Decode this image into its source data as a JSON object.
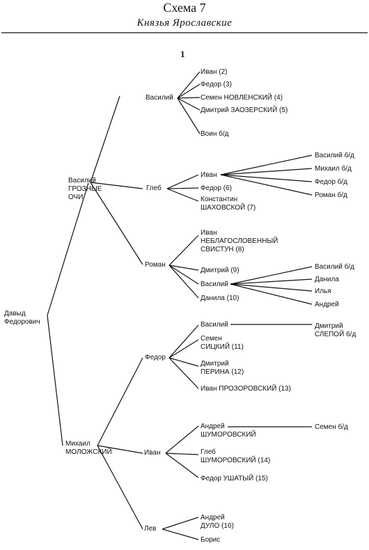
{
  "header": {
    "title": "Схема 7",
    "subtitle": "Князья Ярославские",
    "page_marker": "1"
  },
  "nodes": {
    "root": [
      "Давыд",
      "Федорович"
    ],
    "vasiliy_g": [
      "Василий",
      "ГРОЗНЫЕ",
      "ОЧИ"
    ],
    "mikhail_m": [
      "Михаил",
      "МОЛОЖСКИЙ"
    ],
    "vasiliy2": [
      "Василий"
    ],
    "gleb": [
      "Глеб"
    ],
    "roman": [
      "Роман"
    ],
    "fedor_m": [
      "Федор"
    ],
    "ivan_m": [
      "Иван"
    ],
    "lev": [
      "Лев"
    ],
    "ivan_2": [
      "Иван (2)"
    ],
    "fedor_3": [
      "Федор (3)"
    ],
    "semen_4": [
      "Семен НОВЛЕНСКИЙ (4)"
    ],
    "dmitriy_5": [
      "Дмитрий ЗАОЗЕРСКИЙ (5)"
    ],
    "voin": [
      "Воин б/д"
    ],
    "ivan_g": [
      "Иван"
    ],
    "fedor_6": [
      "Федор (6)"
    ],
    "konst_7": [
      "Константин",
      "ШАХОВСКОЙ (7)"
    ],
    "vasiliy_bd1": [
      "Василий б/д"
    ],
    "mikhail_bd": [
      "Михаил б/д"
    ],
    "fedor_bd": [
      "Федор б/д"
    ],
    "roman_bd": [
      "Роман б/д"
    ],
    "ivan_8": [
      "Иван",
      "НЕБЛАГОСЛОВЕННЫЙ",
      "СВИСТУН (8)"
    ],
    "dmitriy_9": [
      "Дмитрий (9)"
    ],
    "vasiliy_r": [
      "Василий"
    ],
    "danila_10": [
      "Данила (10)"
    ],
    "vasiliy_bd2": [
      "Василий б/д"
    ],
    "danila": [
      "Данила"
    ],
    "ilya": [
      "Илья"
    ],
    "andrey_r": [
      "Андрей"
    ],
    "vasiliy_f": [
      "Василий"
    ],
    "dmitriy_sl": [
      "Дмитрий",
      "СЛЕПОЙ б/д"
    ],
    "semen_11": [
      "Семен",
      "СИЦКИЙ (11)"
    ],
    "dmitriy_12": [
      "Дмитрий",
      "ПЕРИНА (12)"
    ],
    "ivan_13": [
      "Иван ПРОЗОРОВСКИЙ (13)"
    ],
    "andrey_sh": [
      "Андрей",
      "ШУМОРОВСКИЙ"
    ],
    "semen_bd": [
      "Семен б/д"
    ],
    "gleb_14": [
      "Глеб",
      "ШУМОРОВСКИЙ (14)"
    ],
    "fedor_15": [
      "Федор УШАТЫЙ (15)"
    ],
    "andrey_16": [
      "Андрей",
      "ДУЛО (16)"
    ],
    "boris": [
      "Борис"
    ]
  }
}
